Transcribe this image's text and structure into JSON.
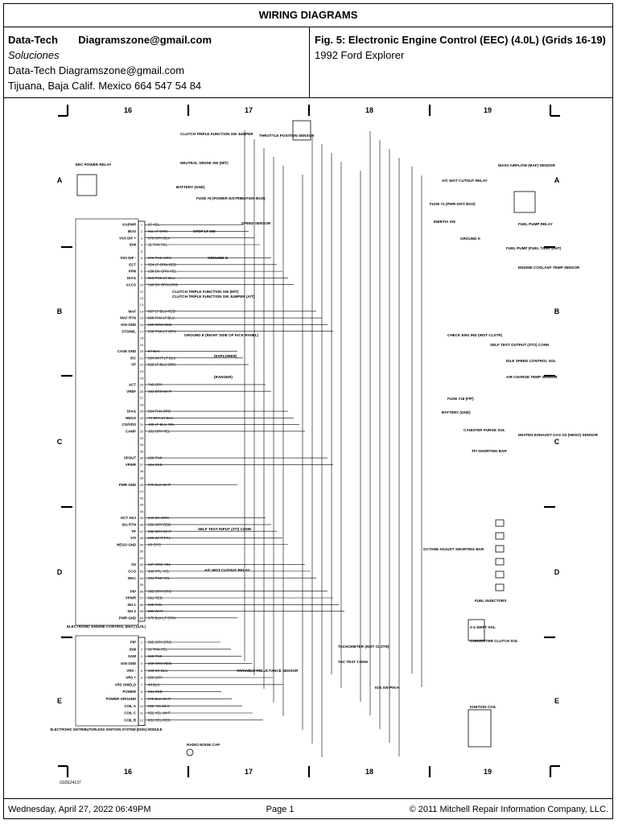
{
  "page": {
    "title": "WIRING DIAGRAMS"
  },
  "header": {
    "company": "Data-Tech",
    "email": "Diagramszone@gmail.com",
    "soluciones": "Soluciones",
    "line2": "Data-Tech  Diagramszone@gmail.com",
    "line3": "Tijuana, Baja Calif. Mexico     664 547 54 84",
    "fig_title": "Fig. 5: Electronic Engine Control (EEC) (4.0L) (Grids 16-19)",
    "vehicle": "1992 Ford Explorer"
  },
  "grid": {
    "cols": [
      "16",
      "17",
      "18",
      "19"
    ],
    "rows": [
      "A",
      "B",
      "C",
      "D",
      "E"
    ]
  },
  "diagram": {
    "figure_id": "G92E24137",
    "top_components": [
      "CLUTCH TRIPLE FUNCTION SW JUMPER",
      "THROTTLE POSITION SENSOR",
      "NEUTRAL SENSE SW (M/T)",
      "MASS AIRFLOW (MAF) SENSOR",
      "EEC POWER RELAY",
      "BATTERY (GND)",
      "A/C WOT CUTOUT RELAY",
      "FUSE #8 (POWER DISTRIBUTION BOX)",
      "FUSE #1 (PWR DIST BOX)",
      "INERTIA SW",
      "GROUND K",
      "FUEL PUMP RELAY",
      "FUEL PUMP (FUEL TANK UNIT)",
      "SPEED SENSOR",
      "STOP LT SW",
      "GROUND G",
      "ENGINE COOLANT TEMP SENSOR"
    ],
    "mid_components": [
      "CLUTCH TRIPLE FUNCTION SW (M/T)",
      "CLUTCH TRIPLE FUNCTION SW JUMPER (A/T)",
      "GROUND E (RIGHT SIDE OF KICK PANEL)",
      "(EXPLORER)",
      "(RANGER)",
      "CHECK ENG IND (INST CLSTR)",
      "SELF TEST OUTPUT (STO) CONN",
      "IDLE SPEED CONTROL SOL",
      "AIR CHARGE TEMP SENSOR",
      "FUSE #18 (F/P)",
      "BATTERY (GND)",
      "HEATED EXHAUST GAS O2 (HEGO) SENSOR",
      "CANISTER PURGE SOL",
      "TFI SHORTING BAR",
      "SELF TEST INPUT (STI) CONN",
      "OCTANE ADJUST SHORTING BAR",
      "A/C WOT CUTOUT RELAY",
      "FUEL INJECTORS"
    ],
    "bottom_components": [
      "ELECTRONIC ENGINE CONTROL (EEC) (4.0L)",
      "2-4 SHIFT SOL",
      "CONVERTER CLUTCH SOL",
      "TACHOMETER (INST CLSTR)",
      "TAC TEST CONN",
      "VARIABLE RELUCTANCE SENSOR",
      "IGN SW PIN H",
      "IGNITION COIL",
      "ELECTRONIC DISTRIBUTORLESS IGNITION SYSTEM (EDIS) MODULE",
      "RADIO NOISE CAP"
    ],
    "eec_pins": [
      {
        "pin": "1",
        "wire": "37 YEL",
        "name": "KAPWR"
      },
      {
        "pin": "2",
        "wire": "511 LT GRN",
        "name": "BOO"
      },
      {
        "pin": "3",
        "wire": "679 GRY-BLK",
        "name": "VSS DIF +"
      },
      {
        "pin": "4",
        "wire": "11 TAN-YEL",
        "name": "IDM"
      },
      {
        "pin": "6",
        "wire": "676 PNK-ORG",
        "name": "VSS DIF -"
      },
      {
        "pin": "7",
        "wire": "354 LT GRN-RED",
        "name": "ECT"
      },
      {
        "pin": "8",
        "wire": "238 DK GRN-YEL",
        "name": "FPM"
      },
      {
        "pin": "9",
        "wire": "915 PNK-LT BLU",
        "name": "DIAG"
      },
      {
        "pin": "10",
        "wire": "198 DK GRN-ORG",
        "name": "ACCS"
      },
      {
        "pin": "14",
        "wire": "967 LT BLU-RED",
        "name": "MAF"
      },
      {
        "pin": "15",
        "wire": "968 TAN-LT BLU",
        "name": "MAF RTN"
      },
      {
        "pin": "16",
        "wire": "259 ORG-RED",
        "name": "IGN GND"
      },
      {
        "pin": "17",
        "wire": "658 PNK-LT GRN",
        "name": "STO/MIL"
      },
      {
        "pin": "20",
        "wire": "57 BLK",
        "name": "CASE GND"
      },
      {
        "pin": "21",
        "wire": "264 WHT-LT BLU",
        "name": "ISC"
      },
      {
        "pin": "22",
        "wire": "926 LT BLU-ORG",
        "name": "FP"
      },
      {
        "pin": "25",
        "wire": "743 GRY",
        "name": "ACT"
      },
      {
        "pin": "26",
        "wire": "351 BRN-WHT",
        "name": "VREF"
      },
      {
        "pin": "29",
        "wire": "914 TAN-ORG",
        "name": "DIAG"
      },
      {
        "pin": "30",
        "wire": "74 GRY-LT BLU",
        "name": "HEGO"
      },
      {
        "pin": "31",
        "wire": "199 LT BLU-YEL",
        "name": "CIS/VDS"
      },
      {
        "pin": "32",
        "wire": "101 GRY-YEL",
        "name": "CAMP"
      },
      {
        "pin": "36",
        "wire": "929 PNK",
        "name": "SPOUT"
      },
      {
        "pin": "37",
        "wire": "361 RED",
        "name": "VPWR"
      },
      {
        "pin": "40",
        "wire": "570 BLK-WHT",
        "name": "PWR GND"
      },
      {
        "pin": "45",
        "wire": "242 DK GRN",
        "name": "OCT ADJ"
      },
      {
        "pin": "46",
        "wire": "359 GRY-RED",
        "name": "SIG RTN"
      },
      {
        "pin": "47",
        "wire": "355 GRY-WHT",
        "name": "TP"
      },
      {
        "pin": "48",
        "wire": "209 WHT-PPL",
        "name": "STI"
      },
      {
        "pin": "49",
        "wire": "89 ORG",
        "name": "HEGO GND"
      },
      {
        "pin": "52",
        "wire": "237 ORG-YEL",
        "name": "SS"
      },
      {
        "pin": "53",
        "wire": "480 PPL-YEL",
        "name": "CCO"
      },
      {
        "pin": "54",
        "wire": "331 PNK-YEL",
        "name": "WAC"
      },
      {
        "pin": "56",
        "wire": "395 GRY-ORG",
        "name": "PIP"
      },
      {
        "pin": "57",
        "wire": "361 RED",
        "name": "VPWR"
      },
      {
        "pin": "58",
        "wire": "555 TAN",
        "name": "INJ 1"
      },
      {
        "pin": "59",
        "wire": "556 WHT",
        "name": "INJ 2"
      },
      {
        "pin": "60",
        "wire": "570 BLK-LT GRN",
        "name": "PWR GND"
      }
    ],
    "edis_pins": [
      {
        "pin": "1",
        "wire": "395 GRY-ORG",
        "name": "PIP"
      },
      {
        "pin": "2",
        "wire": "11 TAN-YEL",
        "name": "IDM"
      },
      {
        "pin": "3",
        "wire": "929 PNK",
        "name": "SAW"
      },
      {
        "pin": "4",
        "wire": "259 ORG-RED",
        "name": "IGN GND"
      },
      {
        "pin": "5",
        "wire": "349 DK BLU",
        "name": "VRS -"
      },
      {
        "pin": "6",
        "wire": "350 GRY",
        "name": "VRS +"
      },
      {
        "pin": "7",
        "wire": "48 BLK",
        "name": "VRS SHIELD"
      },
      {
        "pin": "8",
        "wire": "361 RED",
        "name": "POWER"
      },
      {
        "pin": "9",
        "wire": "570 BLK-WHT",
        "name": "POWER GROUND"
      },
      {
        "pin": "10",
        "wire": "850 YEL-BLK",
        "name": "COIL A"
      },
      {
        "pin": "11",
        "wire": "852 YEL-WHT",
        "name": "COIL C"
      },
      {
        "pin": "12",
        "wire": "851 YEL-RED",
        "name": "COIL B"
      }
    ]
  },
  "footer": {
    "date": "Wednesday, April 27, 2022  06:49PM",
    "page": "Page 1",
    "copyright": "© 2011 Mitchell Repair Information Company, LLC."
  }
}
